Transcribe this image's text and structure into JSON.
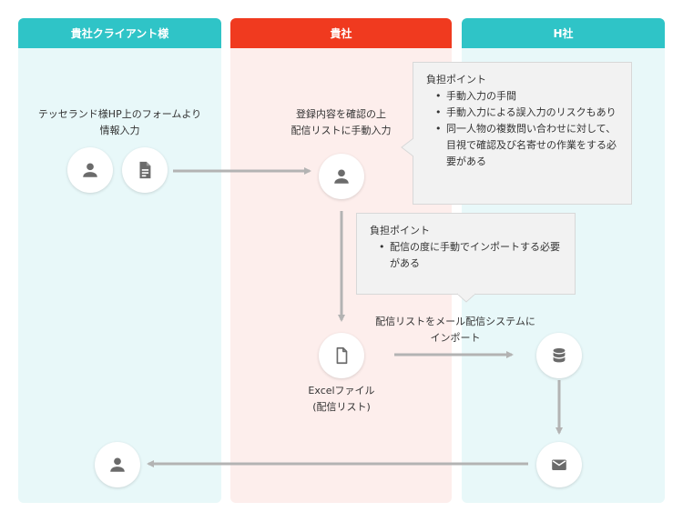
{
  "lanes": [
    {
      "label": "貴社クライアント様"
    },
    {
      "label": "貴社"
    },
    {
      "label": "H社"
    }
  ],
  "labels": {
    "client_entry": [
      "テッセランド様HP上のフォームより",
      "情報入力"
    ],
    "company_check": [
      "登録内容を確認の上",
      "配信リストに手動入力"
    ],
    "excel_file": [
      "Excelファイル",
      "(配信リスト)"
    ],
    "import_step": [
      "配信リストをメール配信システムに",
      "インポート"
    ]
  },
  "callouts": [
    {
      "title": "負担ポイント",
      "items": [
        "手動入力の手間",
        "手動入力による誤入力のリスクもあり",
        "同一人物の複数問い合わせに対して、目視で確認及び名寄せの作業をする必要がある"
      ]
    },
    {
      "title": "負担ポイント",
      "items": [
        "配信の度に手動でインポートする必要がある"
      ]
    }
  ],
  "icons": {
    "client_person": "person-icon",
    "client_form": "document-icon",
    "company_person": "person-icon",
    "excel_file": "file-icon",
    "database": "database-icon",
    "mail": "mail-icon",
    "final_person": "person-icon"
  },
  "colors": {
    "teal": "#2fc4c7",
    "red": "#f03a1f",
    "icon_gray": "#6b6b6b",
    "arrow_gray": "#b3b3b3"
  }
}
